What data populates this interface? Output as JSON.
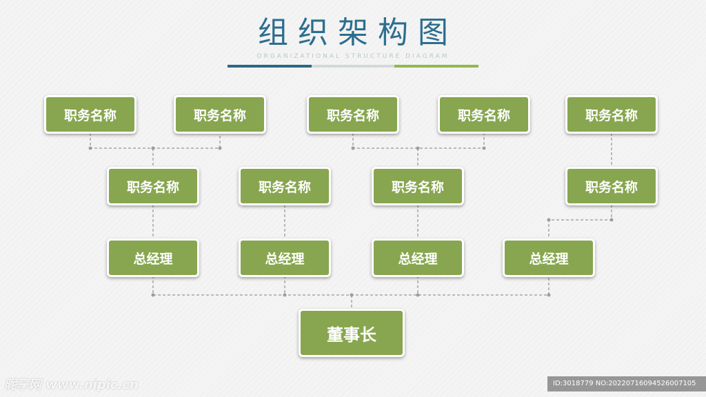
{
  "header": {
    "title": "组织架构图",
    "subtitle": "ORGANIZATIONAL STRUCTURE DIAGRAM"
  },
  "nodes": {
    "row1": [
      "职务名称",
      "职务名称",
      "职务名称",
      "职务名称",
      "职务名称"
    ],
    "row2": [
      "职务名称",
      "职务名称",
      "职务名称",
      "职务名称"
    ],
    "managers": [
      "总经理",
      "总经理",
      "总经理",
      "总经理"
    ],
    "chairman": "董事长"
  },
  "colors": {
    "node_fill": "#87a64f",
    "title": "#2d6e8e",
    "connector": "#b8b8b8",
    "accent_blue": "#2a6887",
    "accent_green": "#8fba4c"
  },
  "watermark": {
    "left": "昵享网 www.nipic.cn",
    "right": "ID:3018779 NO:20220716094526007105"
  }
}
